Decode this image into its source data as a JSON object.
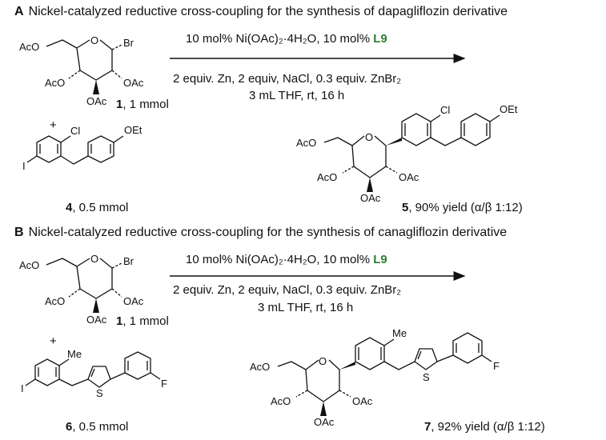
{
  "panelA": {
    "letter": "A",
    "title": "Nickel-catalyzed reductive cross-coupling for the synthesis of dapagliflozin derivative",
    "cond_line1": "10 mol% Ni(OAc)₂·4H₂O, 10 mol%",
    "ligand": "L9",
    "cond_line2": "2 equiv. Zn, 2 equiv, NaCl, 0.3 equiv. ZnBr₂",
    "cond_line3": "3 mL THF, rt, 16 h",
    "reagent1": {
      "num": "1",
      "amount": ", 1 mmol"
    },
    "plus": "+",
    "reagent2": {
      "num": "4",
      "amount": ", 0.5 mmol"
    },
    "product": {
      "num": "5",
      "yield": ", 90% yield (α/β 1:12)"
    }
  },
  "panelB": {
    "letter": "B",
    "title": "Nickel-catalyzed reductive cross-coupling for the synthesis of canagliflozin derivative",
    "cond_line1": "10 mol% Ni(OAc)₂·4H₂O, 10 mol%",
    "ligand": "L9",
    "cond_line2": "2 equiv. Zn, 2 equiv, NaCl, 0.3 equiv. ZnBr₂",
    "cond_line3": "3 mL THF, rt, 16 h",
    "reagent1": {
      "num": "1",
      "amount": ", 1 mmol"
    },
    "plus": "+",
    "reagent2": {
      "num": "6",
      "amount": ", 0.5 mmol"
    },
    "product": {
      "num": "7",
      "yield": ", 92% yield (α/β 1:12)"
    }
  },
  "atoms": {
    "AcO": "AcO",
    "OAc": "OAc",
    "O": "O",
    "Br": "Br",
    "Cl": "Cl",
    "OEt": "OEt",
    "I": "I",
    "Me": "Me",
    "S": "S",
    "F": "F"
  }
}
